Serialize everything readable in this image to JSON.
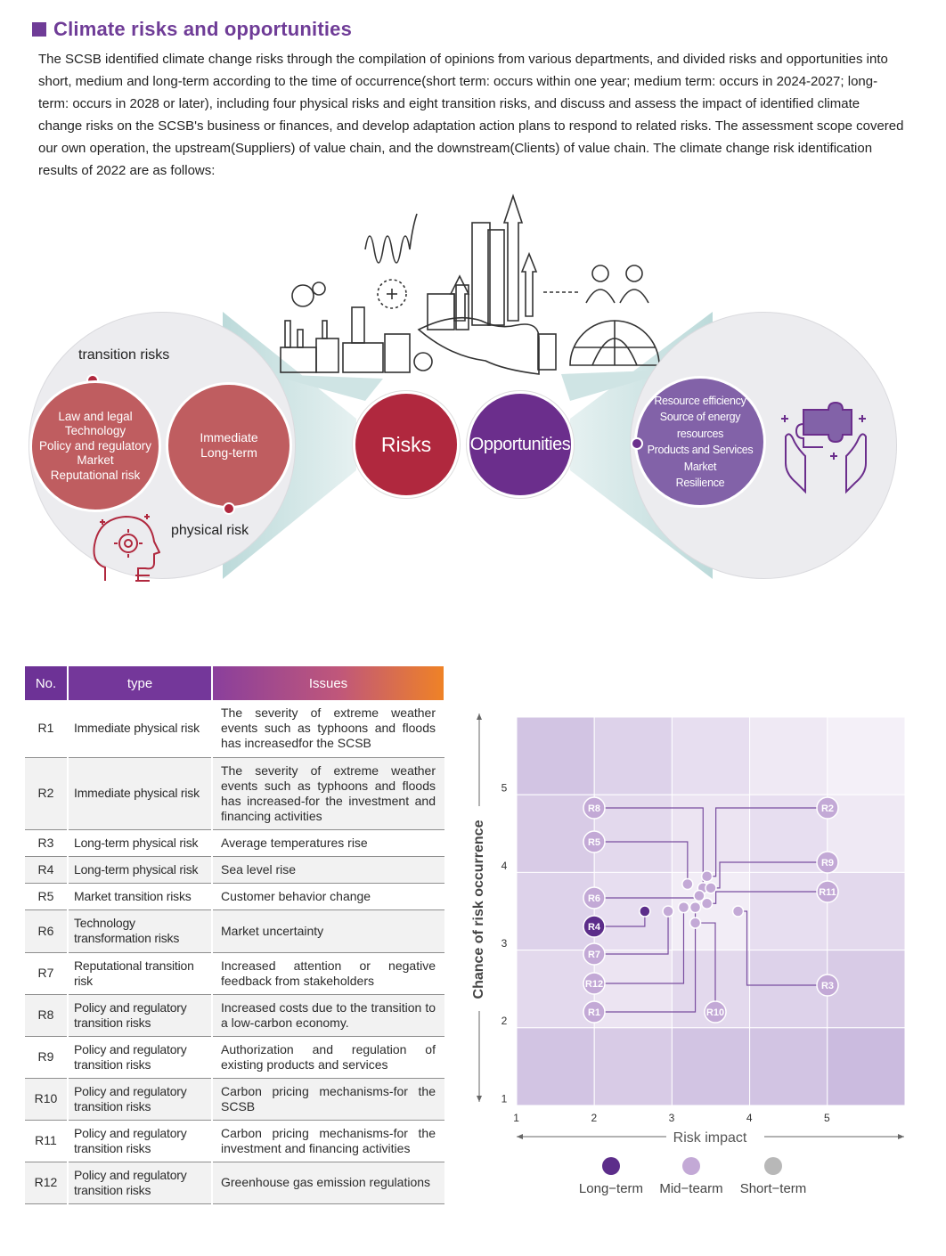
{
  "heading": "Climate risks and opportunities",
  "intro": "The SCSB identified climate change risks through the compilation of opinions from various departments, and divided risks and opportunities into short, medium and long-term according to the time of occurrence(short term: occurs within one year; medium term: occurs in 2024-2027; long-term: occurs in 2028 or later), including four physical risks and eight transition risks, and discuss and assess the impact of identified climate change risks on the SCSB's business or finances, and develop adaptation action plans to respond to related risks. The assessment scope covered our own operation, the upstream(Suppliers) of value chain, and the downstream(Clients) of value chain. The climate change risk identification results of 2022 are as follows:",
  "diagram": {
    "transition_label": "transition risks",
    "physical_label": "physical risk",
    "transition_items": [
      "Law and legal",
      "Technology",
      "Policy and regulatory",
      "Market",
      "Reputational risk"
    ],
    "physical_items": [
      "Immediate",
      "Long-term"
    ],
    "risks": "Risks",
    "opportunities": "Opportunities",
    "opportunity_items": [
      "Resource efficiency",
      "Source of energy resources",
      "Products and Services",
      "Market",
      "Resilience"
    ]
  },
  "table": {
    "headers": [
      "No.",
      "type",
      "Issues"
    ],
    "rows": [
      {
        "no": "R1",
        "type": "Immediate physical risk",
        "issue": "The severity of extreme weather events such as typhoons and floods has increasedfor the SCSB"
      },
      {
        "no": "R2",
        "type": "Immediate physical risk",
        "issue": "The severity of extreme weather events such as typhoons and floods has increased-for the investment and financing activities"
      },
      {
        "no": "R3",
        "type": "Long-term physical risk",
        "issue": "Average temperatures rise"
      },
      {
        "no": "R4",
        "type": "Long-term physical risk",
        "issue": "Sea level rise"
      },
      {
        "no": "R5",
        "type": "Market transition risks",
        "issue": "Customer behavior change"
      },
      {
        "no": "R6",
        "type": "Technology transformation risks",
        "issue": "Market uncertainty"
      },
      {
        "no": "R7",
        "type": "Reputational transition risk",
        "issue": "Increased attention or negative feedback from stakeholders"
      },
      {
        "no": "R8",
        "type": "Policy and regulatory transition risks",
        "issue": "Increased costs due to the transition to a low-carbon economy."
      },
      {
        "no": "R9",
        "type": "Policy and regulatory transition risks",
        "issue": "Authorization and regulation of existing products and services"
      },
      {
        "no": "R10",
        "type": "Policy and regulatory transition risks",
        "issue": "Carbon pricing mechanisms-for the SCSB"
      },
      {
        "no": "R11",
        "type": "Policy and regulatory transition risks",
        "issue": "Carbon pricing mechanisms-for the investment and financing activities"
      },
      {
        "no": "R12",
        "type": "Policy and regulatory transition risks",
        "issue": "Greenhouse gas emission regulations"
      }
    ]
  },
  "chart_data": {
    "type": "scatter",
    "xlabel": "Risk impact",
    "ylabel": "Chance of risk occurrence",
    "xlim": [
      0.5,
      5.5
    ],
    "ylim": [
      0.5,
      5.5
    ],
    "xticks": [
      "1",
      "2",
      "3",
      "4",
      "5"
    ],
    "yticks": [
      "1",
      "2",
      "3",
      "4",
      "5"
    ],
    "legend": [
      "Long−term",
      "Mid−tearm",
      "Short−term"
    ],
    "colors": {
      "long": "#5c2d8a",
      "mid": "#c3a9d6",
      "short": "#b8b8b8",
      "line": "#7a4ea0"
    },
    "risks": [
      {
        "label": "R8",
        "x": 2.9,
        "y": 3.3,
        "term": "mid"
      },
      {
        "label": "R2",
        "x": 2.95,
        "y": 3.45,
        "term": "mid"
      },
      {
        "label": "R5",
        "x": 2.7,
        "y": 3.35,
        "term": "mid"
      },
      {
        "label": "R9",
        "x": 3.0,
        "y": 3.3,
        "term": "mid"
      },
      {
        "label": "R6",
        "x": 2.85,
        "y": 3.2,
        "term": "mid"
      },
      {
        "label": "R11",
        "x": 2.95,
        "y": 3.1,
        "term": "mid"
      },
      {
        "label": "R4",
        "x": 2.15,
        "y": 3.0,
        "term": "long"
      },
      {
        "label": "R7",
        "x": 2.45,
        "y": 3.0,
        "term": "mid"
      },
      {
        "label": "R3",
        "x": 3.35,
        "y": 3.0,
        "term": "mid"
      },
      {
        "label": "R12",
        "x": 2.65,
        "y": 3.05,
        "term": "mid"
      },
      {
        "label": "R1",
        "x": 2.8,
        "y": 3.05,
        "term": "mid"
      },
      {
        "label": "R10",
        "x": 2.8,
        "y": 2.85,
        "term": "mid"
      }
    ]
  }
}
